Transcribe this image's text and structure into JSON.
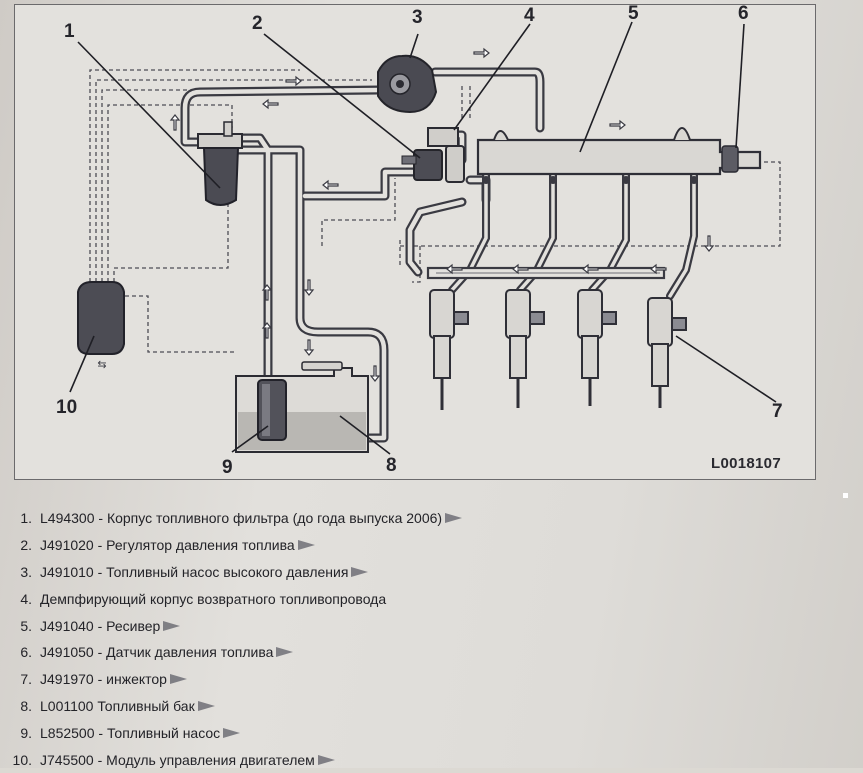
{
  "diagram": {
    "callouts": [
      "1",
      "2",
      "3",
      "4",
      "5",
      "6",
      "7",
      "8",
      "9",
      "10"
    ],
    "figure_code": "L0018107"
  },
  "legend": [
    {
      "num": "1.",
      "text": "L494300 - Корпус топливного фильтра (до года выпуска 2006)",
      "has_link": true
    },
    {
      "num": "2.",
      "text": "J491020 - Регулятор давления топлива",
      "has_link": true
    },
    {
      "num": "3.",
      "text": "J491010 - Топливный насос высокого давления",
      "has_link": true
    },
    {
      "num": "4.",
      "text": "Демпфирующий корпус возвратного топливопровода",
      "has_link": false
    },
    {
      "num": "5.",
      "text": "J491040 - Ресивер",
      "has_link": true
    },
    {
      "num": "6.",
      "text": "J491050 - Датчик давления топлива",
      "has_link": true
    },
    {
      "num": "7.",
      "text": "J491970 - инжектор",
      "has_link": true
    },
    {
      "num": "8.",
      "text": "L001100 Топливный бак",
      "has_link": true
    },
    {
      "num": "9.",
      "text": "L852500 - Топливный насос",
      "has_link": true
    },
    {
      "num": "10.",
      "text": "J745500 - Модуль управления двигателем",
      "has_link": true
    }
  ]
}
